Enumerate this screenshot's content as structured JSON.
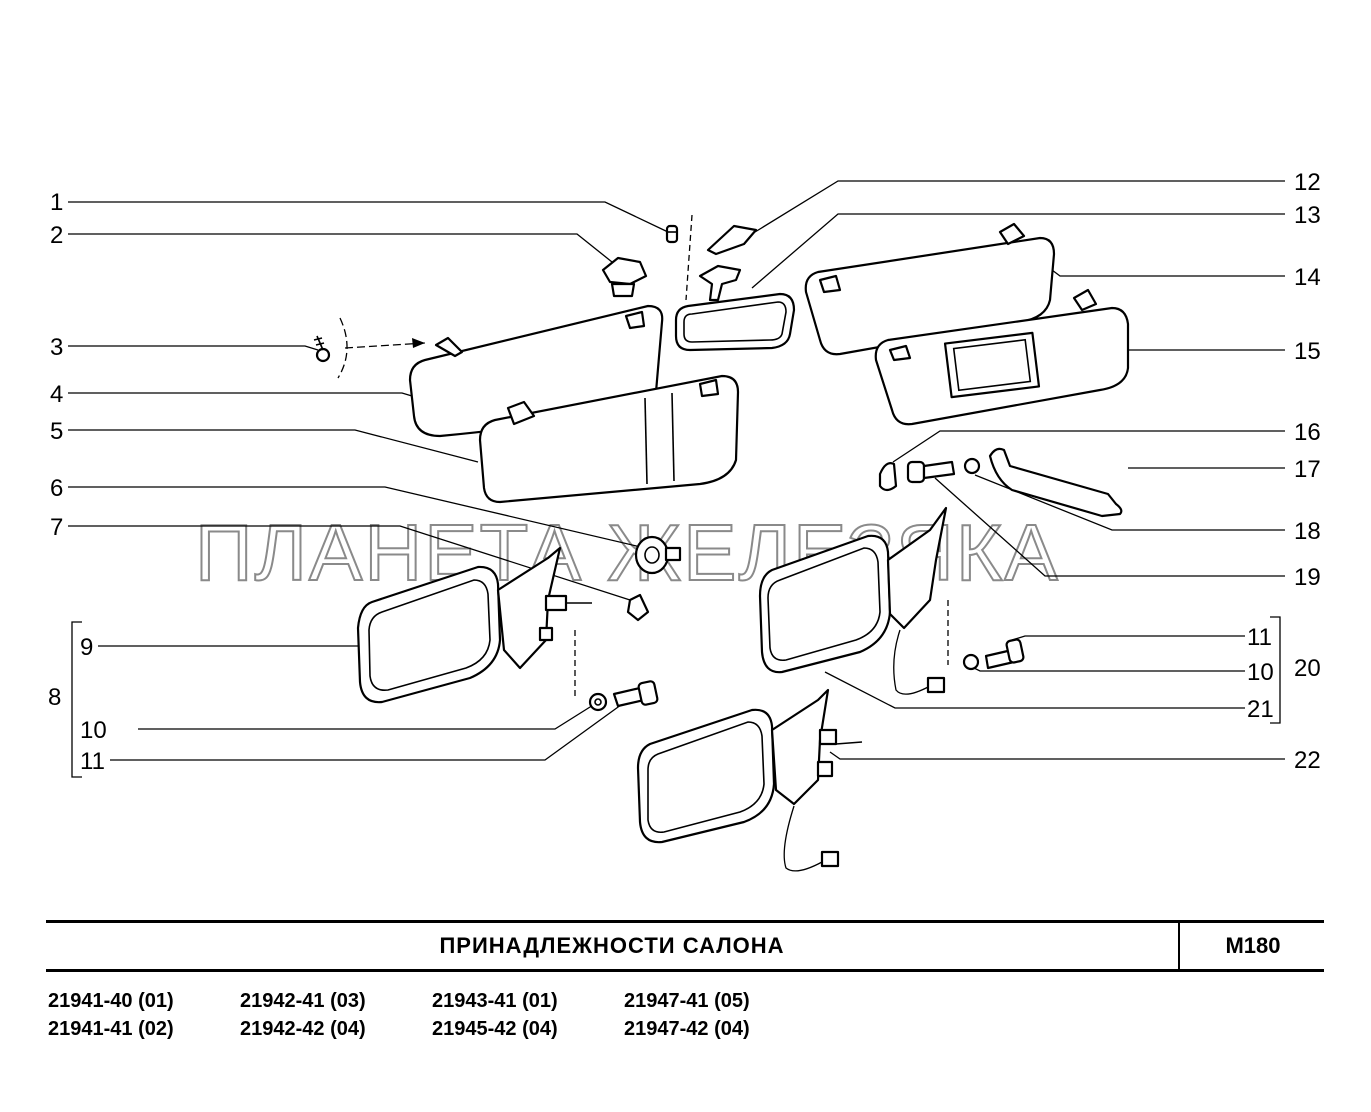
{
  "diagram": {
    "watermark": "ПЛАНЕТА ЖЕЛЕЗЯКА",
    "callouts": [
      "1",
      "2",
      "3",
      "4",
      "5",
      "6",
      "7",
      "8",
      "9",
      "10",
      "11",
      "12",
      "13",
      "14",
      "15",
      "16",
      "17",
      "18",
      "19",
      "11",
      "10",
      "20",
      "21",
      "22"
    ],
    "parts": [
      "screw-small",
      "clip",
      "screw",
      "sun-visor-left",
      "sun-visor-left-assy",
      "cap",
      "clip-spring",
      "mirror-left-assy",
      "mirror-left",
      "washer",
      "bolt",
      "cover",
      "inner-mirror",
      "sun-visor-right",
      "sun-visor-right-mirror",
      "plug",
      "handle",
      "washer",
      "bolt",
      "mirror-right-assy",
      "mirror-right",
      "mirror-right-heated"
    ]
  },
  "title_block": {
    "title": "ПРИНАДЛЕЖНОСТИ   САЛОНА",
    "code": "M180"
  },
  "models": [
    "21941-40 (01)",
    "21942-41 (03)",
    "21943-41 (01)",
    "21947-41 (05)",
    "21941-41 (02)",
    "21942-42 (04)",
    "21945-42 (04)",
    "21947-42 (04)"
  ]
}
